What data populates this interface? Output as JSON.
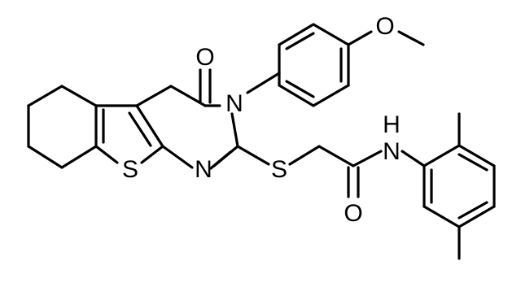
{
  "atoms": {
    "carbonyl_oxygen": "O",
    "ring_nitrogen_3": "N",
    "ring_nitrogen_1": "N",
    "thiophene_sulfur": "S",
    "thioether_sulfur": "S",
    "methoxy_oxygen": "O",
    "amide_nitrogen": "N",
    "amide_hydrogen": "H",
    "amide_oxygen": "O"
  },
  "colors": {
    "ink": "#000000",
    "background": "#ffffff"
  }
}
